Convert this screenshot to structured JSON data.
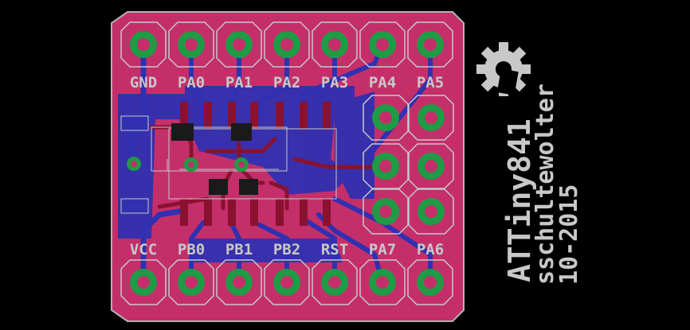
{
  "board": {
    "title": "ATTiny841",
    "author": "sschultewolter",
    "date": "10-2015",
    "logo_icon": "gear-icon"
  },
  "top_header": {
    "labels": [
      "GND",
      "PA0",
      "PA1",
      "PA2",
      "PA3",
      "PA4",
      "PA5"
    ]
  },
  "bottom_header": {
    "labels": [
      "VCC",
      "PB0",
      "PB1",
      "PB2",
      "RST",
      "PA7",
      "PA6"
    ]
  },
  "colors": {
    "background": "#000000",
    "board_fill": "#c42f6a",
    "bottom_copper": "#3030b0",
    "pad_ring": "#1f9b45",
    "silkscreen": "#c8c8c8"
  }
}
